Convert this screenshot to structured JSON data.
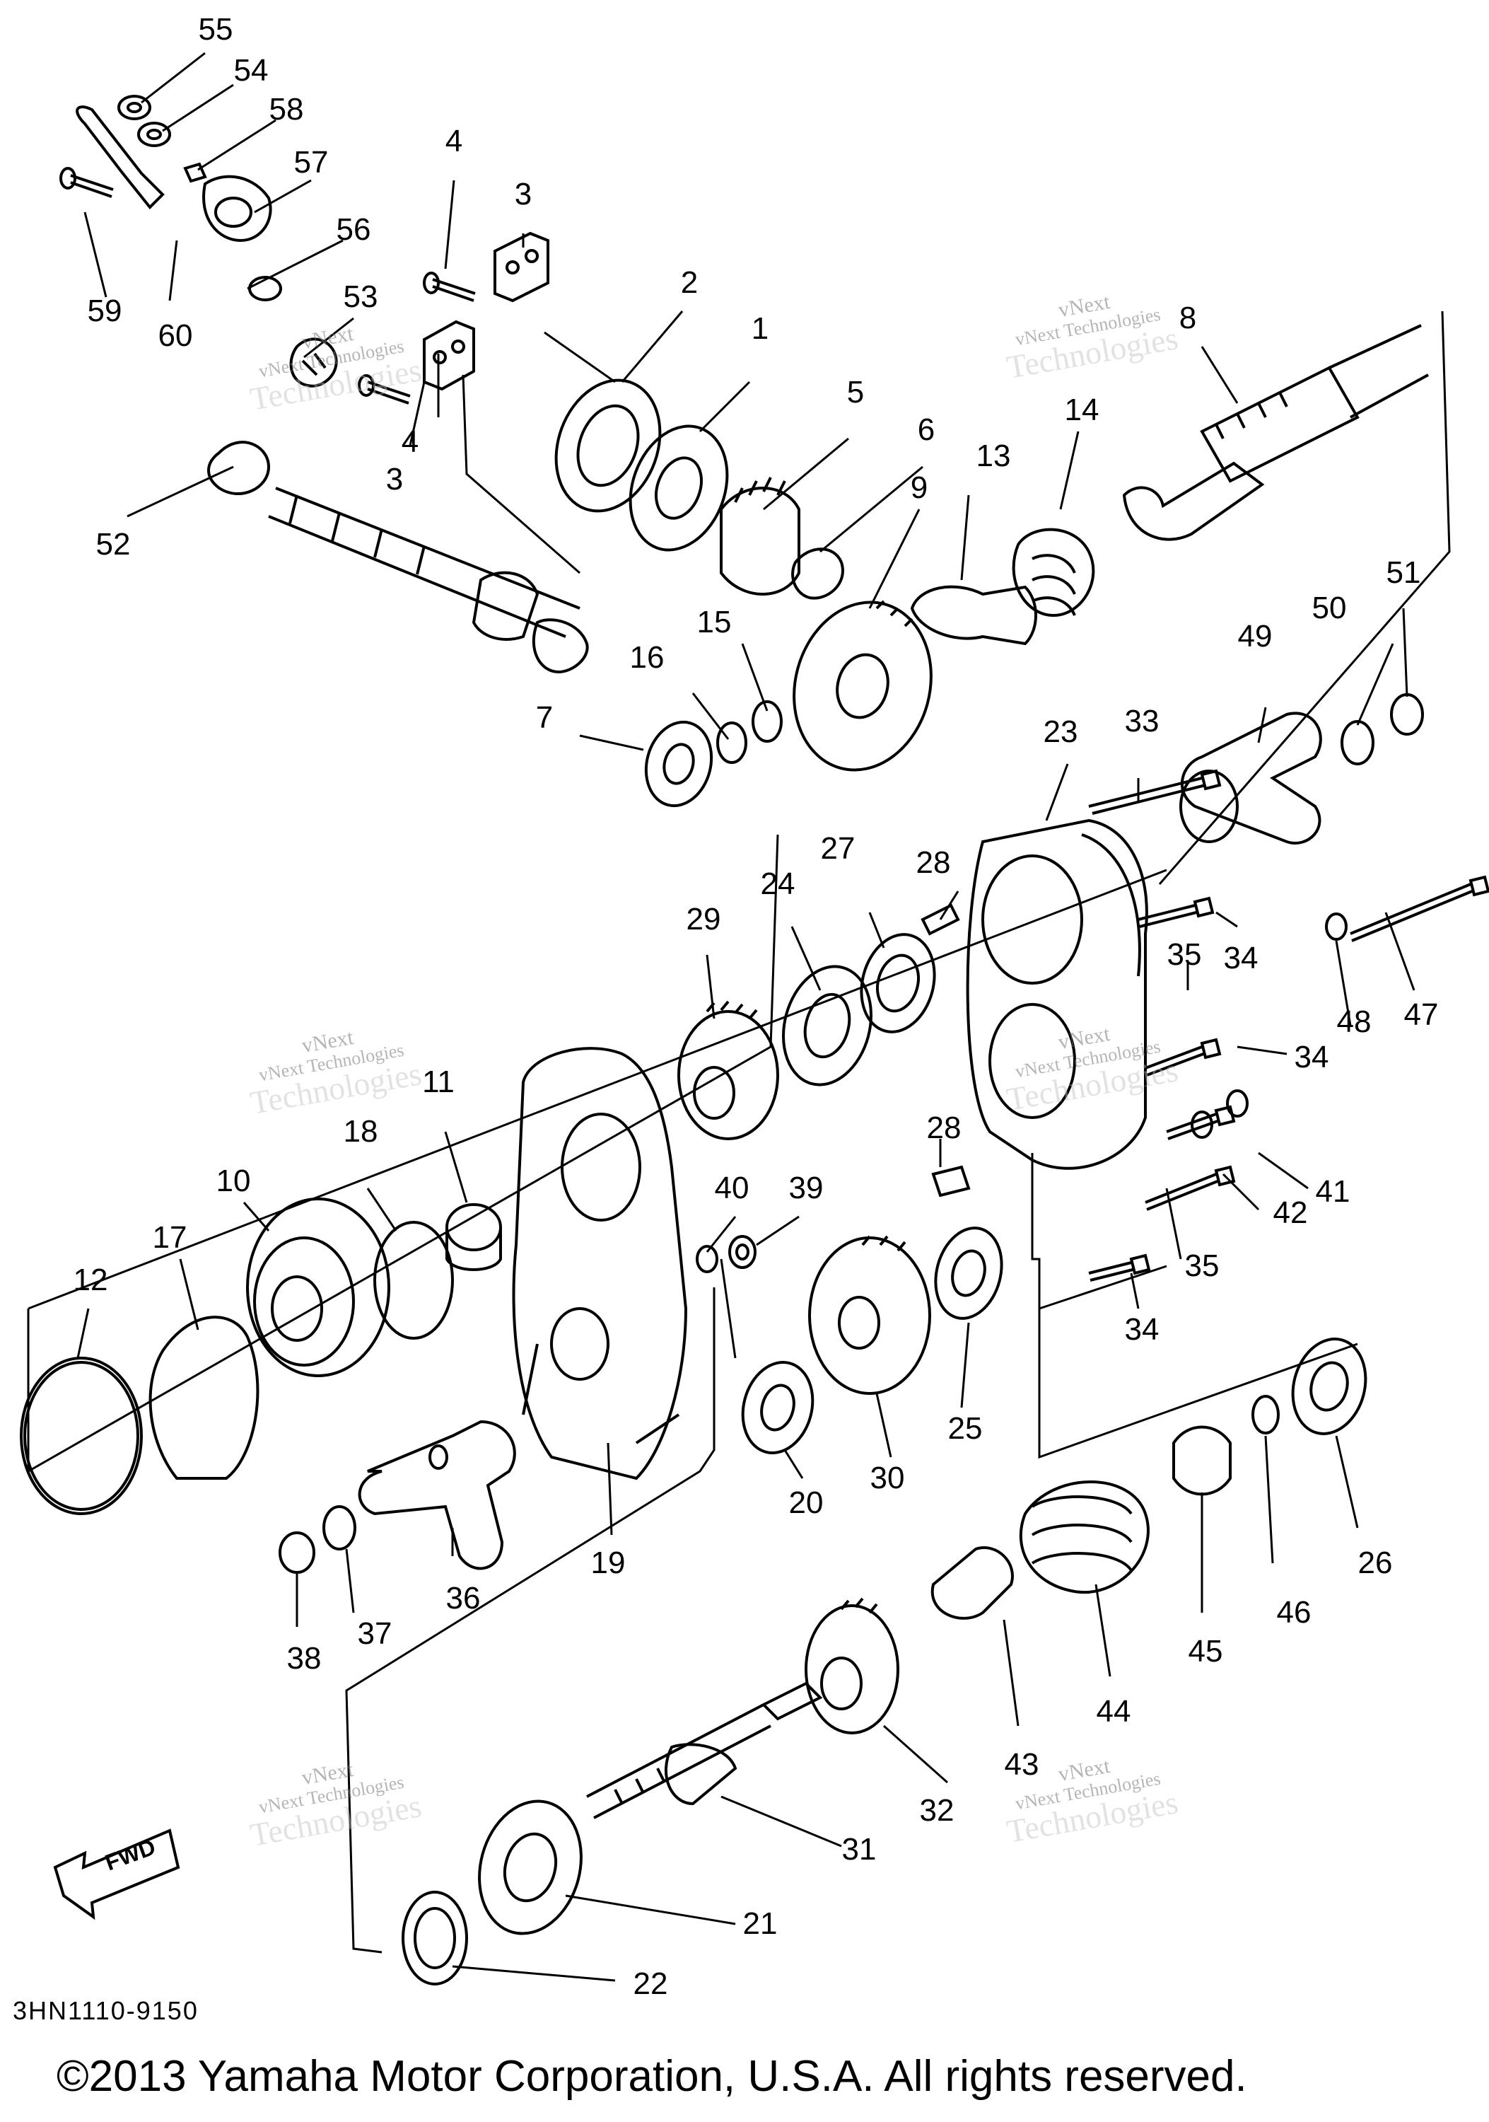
{
  "diagram": {
    "part_labels": [
      {
        "id": "p55",
        "text": "55"
      },
      {
        "id": "p54",
        "text": "54"
      },
      {
        "id": "p58",
        "text": "58"
      },
      {
        "id": "p57",
        "text": "57"
      },
      {
        "id": "p56",
        "text": "56"
      },
      {
        "id": "p59",
        "text": "59"
      },
      {
        "id": "p60",
        "text": "60"
      },
      {
        "id": "p53",
        "text": "53"
      },
      {
        "id": "p52",
        "text": "52"
      },
      {
        "id": "p4a",
        "text": "4"
      },
      {
        "id": "p3a",
        "text": "3"
      },
      {
        "id": "p4b",
        "text": "4"
      },
      {
        "id": "p3b",
        "text": "3"
      },
      {
        "id": "p2",
        "text": "2"
      },
      {
        "id": "p1",
        "text": "1"
      },
      {
        "id": "p5",
        "text": "5"
      },
      {
        "id": "p6",
        "text": "6"
      },
      {
        "id": "p9",
        "text": "9"
      },
      {
        "id": "p13",
        "text": "13"
      },
      {
        "id": "p14",
        "text": "14"
      },
      {
        "id": "p8",
        "text": "8"
      },
      {
        "id": "p7",
        "text": "7"
      },
      {
        "id": "p16",
        "text": "16"
      },
      {
        "id": "p15",
        "text": "15"
      },
      {
        "id": "p49",
        "text": "49"
      },
      {
        "id": "p50",
        "text": "50"
      },
      {
        "id": "p51",
        "text": "51"
      },
      {
        "id": "p23",
        "text": "23"
      },
      {
        "id": "p33",
        "text": "33"
      },
      {
        "id": "p27",
        "text": "27"
      },
      {
        "id": "p28a",
        "text": "28"
      },
      {
        "id": "p24",
        "text": "24"
      },
      {
        "id": "p29",
        "text": "29"
      },
      {
        "id": "p35a",
        "text": "35"
      },
      {
        "id": "p34a",
        "text": "34"
      },
      {
        "id": "p48",
        "text": "48"
      },
      {
        "id": "p47",
        "text": "47"
      },
      {
        "id": "p34b",
        "text": "34"
      },
      {
        "id": "p11",
        "text": "11"
      },
      {
        "id": "p18",
        "text": "18"
      },
      {
        "id": "p10",
        "text": "10"
      },
      {
        "id": "p17",
        "text": "17"
      },
      {
        "id": "p12",
        "text": "12"
      },
      {
        "id": "p28b",
        "text": "28"
      },
      {
        "id": "p41",
        "text": "41"
      },
      {
        "id": "p42",
        "text": "42"
      },
      {
        "id": "p40",
        "text": "40"
      },
      {
        "id": "p39",
        "text": "39"
      },
      {
        "id": "p35b",
        "text": "35"
      },
      {
        "id": "p34c",
        "text": "34"
      },
      {
        "id": "p25",
        "text": "25"
      },
      {
        "id": "p30",
        "text": "30"
      },
      {
        "id": "p20",
        "text": "20"
      },
      {
        "id": "p19",
        "text": "19"
      },
      {
        "id": "p36",
        "text": "36"
      },
      {
        "id": "p37",
        "text": "37"
      },
      {
        "id": "p38",
        "text": "38"
      },
      {
        "id": "p26",
        "text": "26"
      },
      {
        "id": "p46",
        "text": "46"
      },
      {
        "id": "p45",
        "text": "45"
      },
      {
        "id": "p44",
        "text": "44"
      },
      {
        "id": "p43",
        "text": "43"
      },
      {
        "id": "p32",
        "text": "32"
      },
      {
        "id": "p31",
        "text": "31"
      },
      {
        "id": "p21",
        "text": "21"
      },
      {
        "id": "p22",
        "text": "22"
      }
    ],
    "watermarks": [
      {
        "line1": "vNext",
        "line2": "vNext Technologies",
        "line3": "Technologies"
      },
      {
        "line1": "vNext",
        "line2": "vNext Technologies",
        "line3": "Technologies"
      },
      {
        "line1": "vNext",
        "line2": "vNext Technologies",
        "line3": "Technologies"
      },
      {
        "line1": "vNext",
        "line2": "vNext Technologies",
        "line3": "Technologies"
      },
      {
        "line1": "vNext",
        "line2": "vNext Technologies",
        "line3": "Technologies"
      },
      {
        "line1": "vNext",
        "line2": "vNext Technologies",
        "line3": "Technologies"
      }
    ],
    "fwd_label": "FWD",
    "diagram_code": "3HN1110-9150",
    "copyright": "©2013 Yamaha Motor Corporation, U.S.A. All rights reserved."
  }
}
